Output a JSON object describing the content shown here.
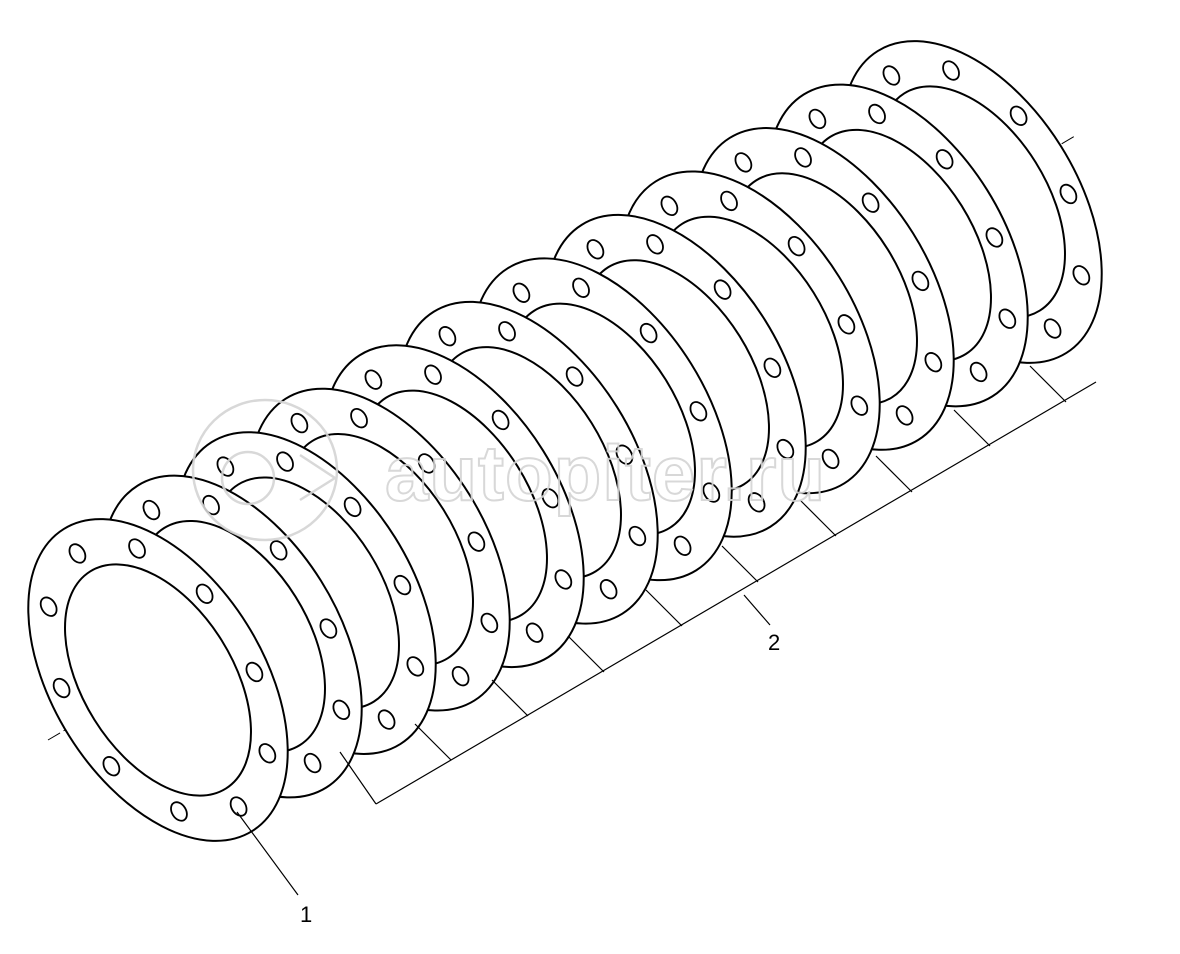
{
  "diagram": {
    "part_count": 12,
    "callouts": [
      {
        "label": "1"
      },
      {
        "label": "2"
      }
    ]
  },
  "watermark": {
    "text": "autopiter.ru",
    "color": "#d4d4d4"
  },
  "line_color": "#000000",
  "background": "#ffffff"
}
